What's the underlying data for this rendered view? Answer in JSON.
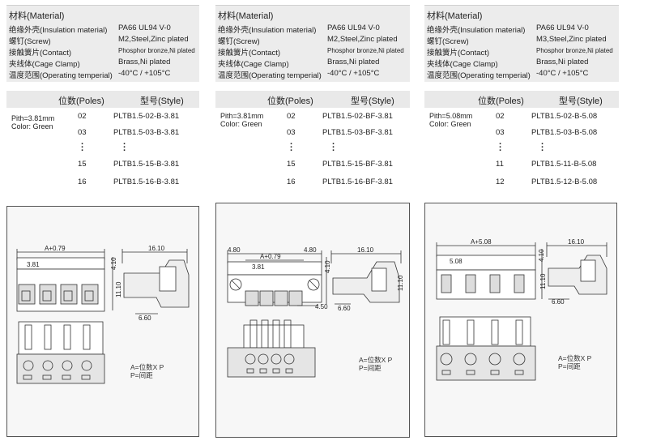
{
  "columns": [
    {
      "material": {
        "title": "材料(Material)",
        "rows": [
          {
            "label": "绝缘外壳(Insulation material)",
            "value": "PA66 UL94 V-0"
          },
          {
            "label": "螺钉(Screw)",
            "value": "M2,Steel,Zinc plated"
          },
          {
            "label": "接触簧片(Contact)",
            "value": "Phosphor bronze,Ni plated"
          },
          {
            "label": "夹线体(Cage Clamp)",
            "value": "Brass,Ni plated"
          },
          {
            "label": "温度范围(Operating temperial)",
            "value": "-40°C / +105°C"
          }
        ]
      },
      "table": {
        "poles_header": "位数(Poles)",
        "style_header": "型号(Style)",
        "pitch_line1": "Pith=3.81mm",
        "pitch_line2": "Color: Green",
        "rows": [
          {
            "poles": "02",
            "style": "PLTB1.5-02-B-3.81"
          },
          {
            "poles": "03",
            "style": "PLTB1.5-03-B-3.81"
          },
          {
            "poles": "15",
            "style": "PLTB1.5-15-B-3.81"
          },
          {
            "poles": "16",
            "style": "PLTB1.5-16-B-3.81"
          }
        ]
      },
      "drawing": {
        "dims": [
          "A+0.79",
          "3.81",
          "16.10",
          "4.10",
          "11.10",
          "6.60"
        ],
        "note1": "A=位数X P",
        "note2": "P=间距"
      }
    },
    {
      "material": {
        "title": "材料(Material)",
        "rows": [
          {
            "label": "绝缘外壳(Insulation material)",
            "value": "PA66 UL94 V-0"
          },
          {
            "label": "螺钉(Screw)",
            "value": "M2,Steel,Zinc plated"
          },
          {
            "label": "接触簧片(Contact)",
            "value": "Phosphor bronze,Ni plated"
          },
          {
            "label": "夹线体(Cage Clamp)",
            "value": "Brass,Ni plated"
          },
          {
            "label": "温度范围(Operating temperial)",
            "value": "-40°C / +105°C"
          }
        ]
      },
      "table": {
        "poles_header": "位数(Poles)",
        "style_header": "型号(Style)",
        "pitch_line1": "Pith=3.81mm",
        "pitch_line2": "Color: Green",
        "rows": [
          {
            "poles": "02",
            "style": "PLTB1.5-02-BF-3.81"
          },
          {
            "poles": "03",
            "style": "PLTB1.5-03-BF-3.81"
          },
          {
            "poles": "15",
            "style": "PLTB1.5-15-BF-3.81"
          },
          {
            "poles": "16",
            "style": "PLTB1.5-16-BF-3.81"
          }
        ]
      },
      "drawing": {
        "dims": [
          "A+0.79",
          "3.81",
          "16.10",
          "4.10",
          "11.10",
          "6.60",
          "4.80",
          "4.80",
          "4.50"
        ],
        "note1": "A=位数X P",
        "note2": "P=间距"
      }
    },
    {
      "material": {
        "title": "材料(Material)",
        "rows": [
          {
            "label": "绝缘外壳(Insulation material)",
            "value": "PA66 UL94 V-0"
          },
          {
            "label": "螺钉(Screw)",
            "value": "M3,Steel,Zinc plated"
          },
          {
            "label": "接触簧片(Contact)",
            "value": "Phosphor bronze,Ni plated"
          },
          {
            "label": "夹线体(Cage Clamp)",
            "value": "Brass,Ni plated"
          },
          {
            "label": "温度范围(Operating temperial)",
            "value": "-40°C / +105°C"
          }
        ]
      },
      "table": {
        "poles_header": "位数(Poles)",
        "style_header": "型号(Style)",
        "pitch_line1": "Pith=5.08mm",
        "pitch_line2": "Color: Green",
        "rows": [
          {
            "poles": "02",
            "style": "PLTB1.5-02-B-5.08"
          },
          {
            "poles": "03",
            "style": "PLTB1.5-03-B-5.08"
          },
          {
            "poles": "11",
            "style": "PLTB1.5-11-B-5.08"
          },
          {
            "poles": "12",
            "style": "PLTB1.5-12-B-5.08"
          }
        ]
      },
      "drawing": {
        "dims": [
          "A+5.08",
          "5.08",
          "16.10",
          "4.10",
          "11.10",
          "6.60"
        ],
        "note1": "A=位数X P",
        "note2": "P=间距"
      }
    }
  ]
}
